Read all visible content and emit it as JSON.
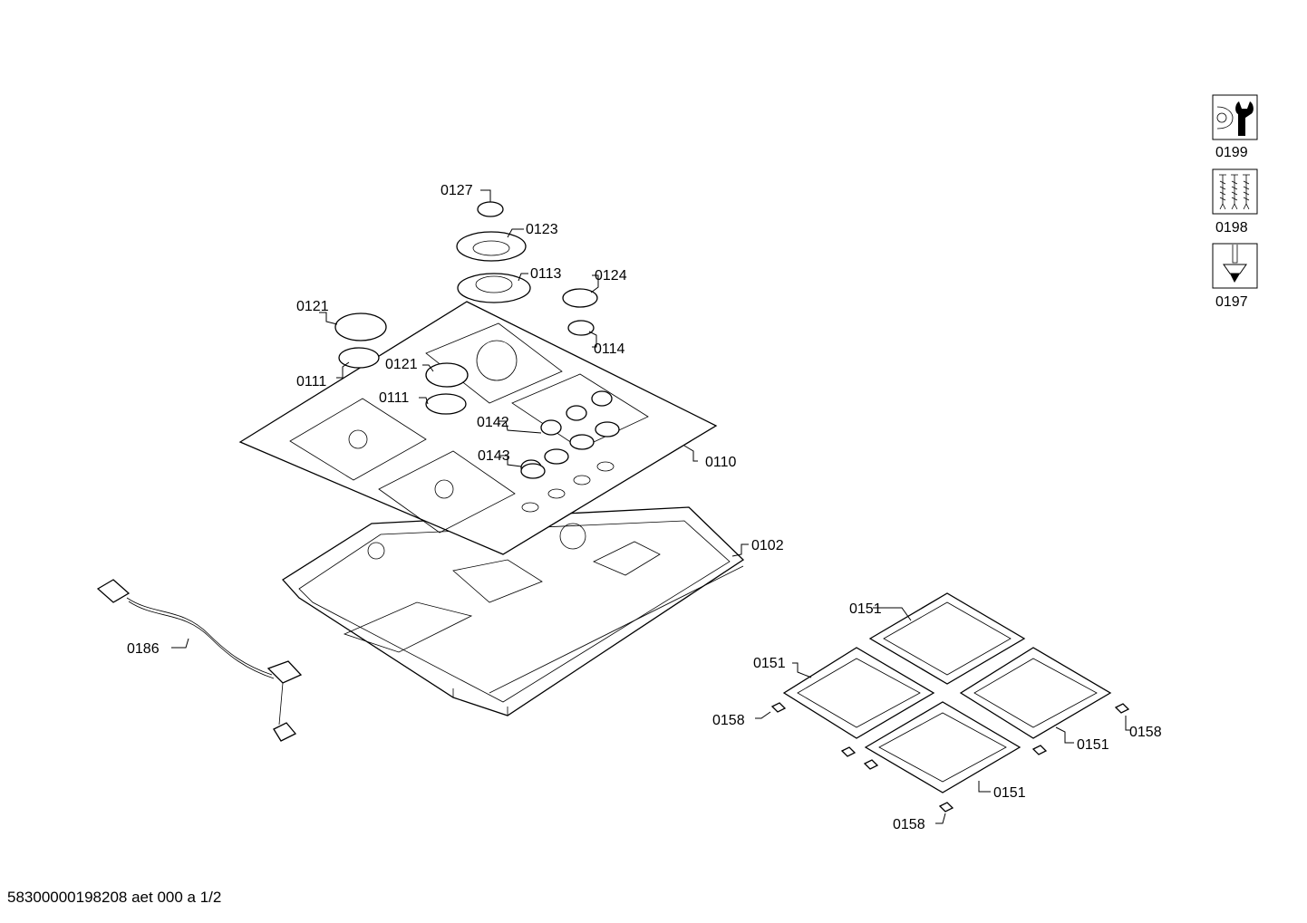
{
  "callouts": {
    "c0127": "0127",
    "c0123": "0123",
    "c0113": "0113",
    "c0124": "0124",
    "c0114": "0114",
    "c0121a": "0121",
    "c0111a": "0111",
    "c0121b": "0121",
    "c0111b": "0111",
    "c0142": "0142",
    "c0143": "0143",
    "c0110": "0110",
    "c0102": "0102",
    "c0186": "0186",
    "c0151a": "0151",
    "c0151b": "0151",
    "c0151c": "0151",
    "c0151d": "0151",
    "c0158a": "0158",
    "c0158b": "0158",
    "c0158c": "0158"
  },
  "legend_icons": [
    {
      "code": "0199",
      "icon": "wrench-icon"
    },
    {
      "code": "0198",
      "icon": "screws-icon"
    },
    {
      "code": "0197",
      "icon": "screwdriver-icon"
    }
  ],
  "footer": "58300000198208 aet 000 a 1/2"
}
